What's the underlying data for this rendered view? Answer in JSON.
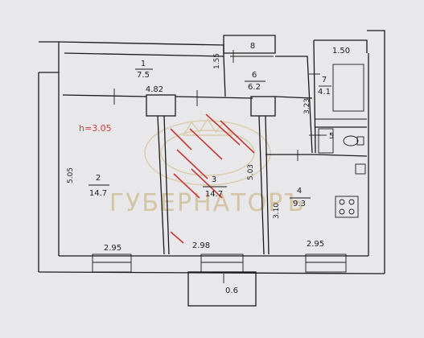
{
  "rooms": [
    {
      "number": "1",
      "area": "7.5"
    },
    {
      "number": "2",
      "area": "14.7"
    },
    {
      "number": "3",
      "area": "14.7"
    },
    {
      "number": "4",
      "area": "9.3"
    },
    {
      "number": "6",
      "area": "6.2"
    },
    {
      "number": "7",
      "area": "4.1"
    }
  ],
  "dimensions": {
    "d_8": "8",
    "d_1_55": "1.55",
    "d_1_50": "1.50",
    "d_4_82": "4.82",
    "d_3_23": "3.23",
    "d_5": "5",
    "d_5_05": "5.05",
    "d_5_03": "5.03",
    "d_3_10": "3.10",
    "d_2_95_left": "2.95",
    "d_2_98": "2.98",
    "d_2_95_right": "2.95",
    "d_0_6": "0.6"
  },
  "ceiling_height": "h=3.05",
  "watermark": "ГУБЕРНАТОРЪ"
}
